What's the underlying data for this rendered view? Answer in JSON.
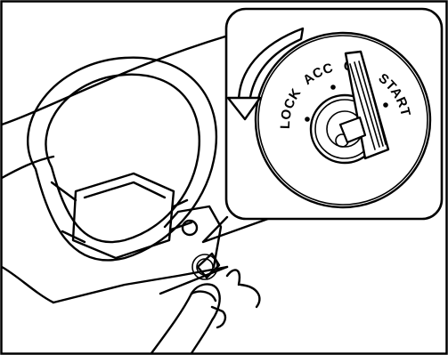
{
  "ignition": {
    "positions": [
      {
        "id": "lock",
        "label": "LOCK"
      },
      {
        "id": "acc",
        "label": "ACC"
      },
      {
        "id": "on",
        "label": "ON"
      },
      {
        "id": "start",
        "label": "START"
      }
    ]
  }
}
